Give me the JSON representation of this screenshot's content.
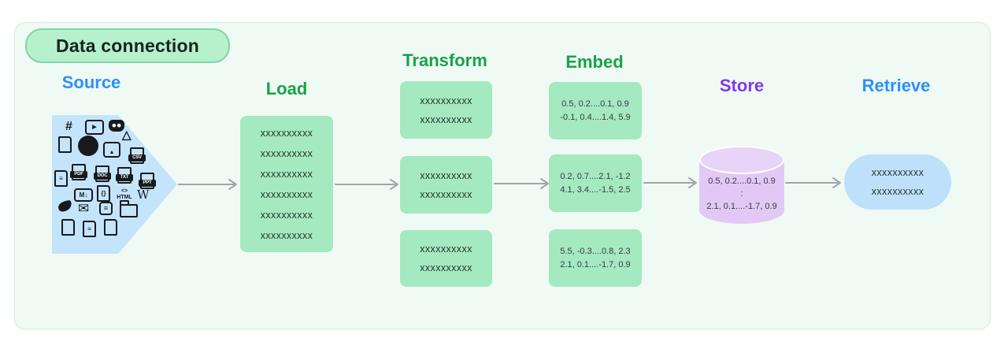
{
  "title": "Data connection",
  "labels": {
    "source": "Source",
    "load": "Load",
    "transform": "Transform",
    "embed": "Embed",
    "store": "Store",
    "retrieve": "Retrieve"
  },
  "colors": {
    "panel_bg": "#f0faf4",
    "pill_bg": "#b7f0cd",
    "pill_border": "#7ed6a5",
    "green_label": "#16a34a",
    "blue_label": "#2e90fa",
    "purple_label": "#8238ec",
    "green_box": "#a5e9c0",
    "blue_shape": "#c4e4fb",
    "blue_pill": "#bfe0fb",
    "cylinder_body": "#e2c9f5",
    "cylinder_top": "#e9d4f9",
    "arrow": "#a0a5a9",
    "icon": "#17191d"
  },
  "source": {
    "icons": [
      {
        "name": "slack-icon",
        "glyph": "#"
      },
      {
        "name": "youtube-icon",
        "glyph": "▶"
      },
      {
        "name": "discord-icon",
        "glyph": ""
      },
      {
        "name": "file-icon",
        "glyph": ""
      },
      {
        "name": "github-icon",
        "glyph": ""
      },
      {
        "name": "image-icon",
        "glyph": "▲"
      },
      {
        "name": "google-drive-icon",
        "glyph": "△"
      },
      {
        "name": "csv-file-icon",
        "glyph": "CSV"
      },
      {
        "name": "document-icon",
        "glyph": "≡"
      },
      {
        "name": "pdf-file-icon",
        "glyph": "PDF"
      },
      {
        "name": "doc-file-icon",
        "glyph": "DOC"
      },
      {
        "name": "txt-file-icon",
        "glyph": "TXT"
      },
      {
        "name": "ppt-file-icon",
        "glyph": "PPT"
      },
      {
        "name": "markdown-icon",
        "glyph": "M↓"
      },
      {
        "name": "json-file-icon",
        "glyph": "{}"
      },
      {
        "name": "html-icon",
        "glyph": "<>\nHTML"
      },
      {
        "name": "wikipedia-icon",
        "glyph": "W"
      },
      {
        "name": "twitter-icon",
        "glyph": ""
      },
      {
        "name": "email-icon",
        "glyph": "✉"
      },
      {
        "name": "notion-icon",
        "glyph": "≡"
      },
      {
        "name": "folder-icon",
        "glyph": ""
      },
      {
        "name": "file-icon-2",
        "glyph": ""
      },
      {
        "name": "document-icon-2",
        "glyph": "≡"
      },
      {
        "name": "file-icon-3",
        "glyph": ""
      }
    ]
  },
  "load": {
    "lines": [
      "xxxxxxxxxx",
      "xxxxxxxxxx",
      "xxxxxxxxxx",
      "xxxxxxxxxx",
      "xxxxxxxxxx",
      "xxxxxxxxxx"
    ]
  },
  "transform": {
    "boxes": [
      [
        "xxxxxxxxxx",
        "xxxxxxxxxx"
      ],
      [
        "xxxxxxxxxx",
        "xxxxxxxxxx"
      ],
      [
        "xxxxxxxxxx",
        "xxxxxxxxxx"
      ]
    ]
  },
  "embed": {
    "boxes": [
      [
        "0.5, 0.2....0.1, 0.9",
        "-0.1, 0.4....1.4, 5.9"
      ],
      [
        "0.2, 0.7....2.1, -1.2",
        "4.1, 3.4....-1.5, 2.5"
      ],
      [
        "5.5, -0.3....0.8, 2.3",
        "2.1, 0.1....-1.7, 0.9"
      ]
    ]
  },
  "store": {
    "line1": "0.5, 0.2....0.1, 0.9",
    "separator": ":",
    "line2": "2.1, 0.1....-1.7, 0.9"
  },
  "retrieve": {
    "lines": [
      "xxxxxxxxxx",
      "xxxxxxxxxx"
    ]
  }
}
